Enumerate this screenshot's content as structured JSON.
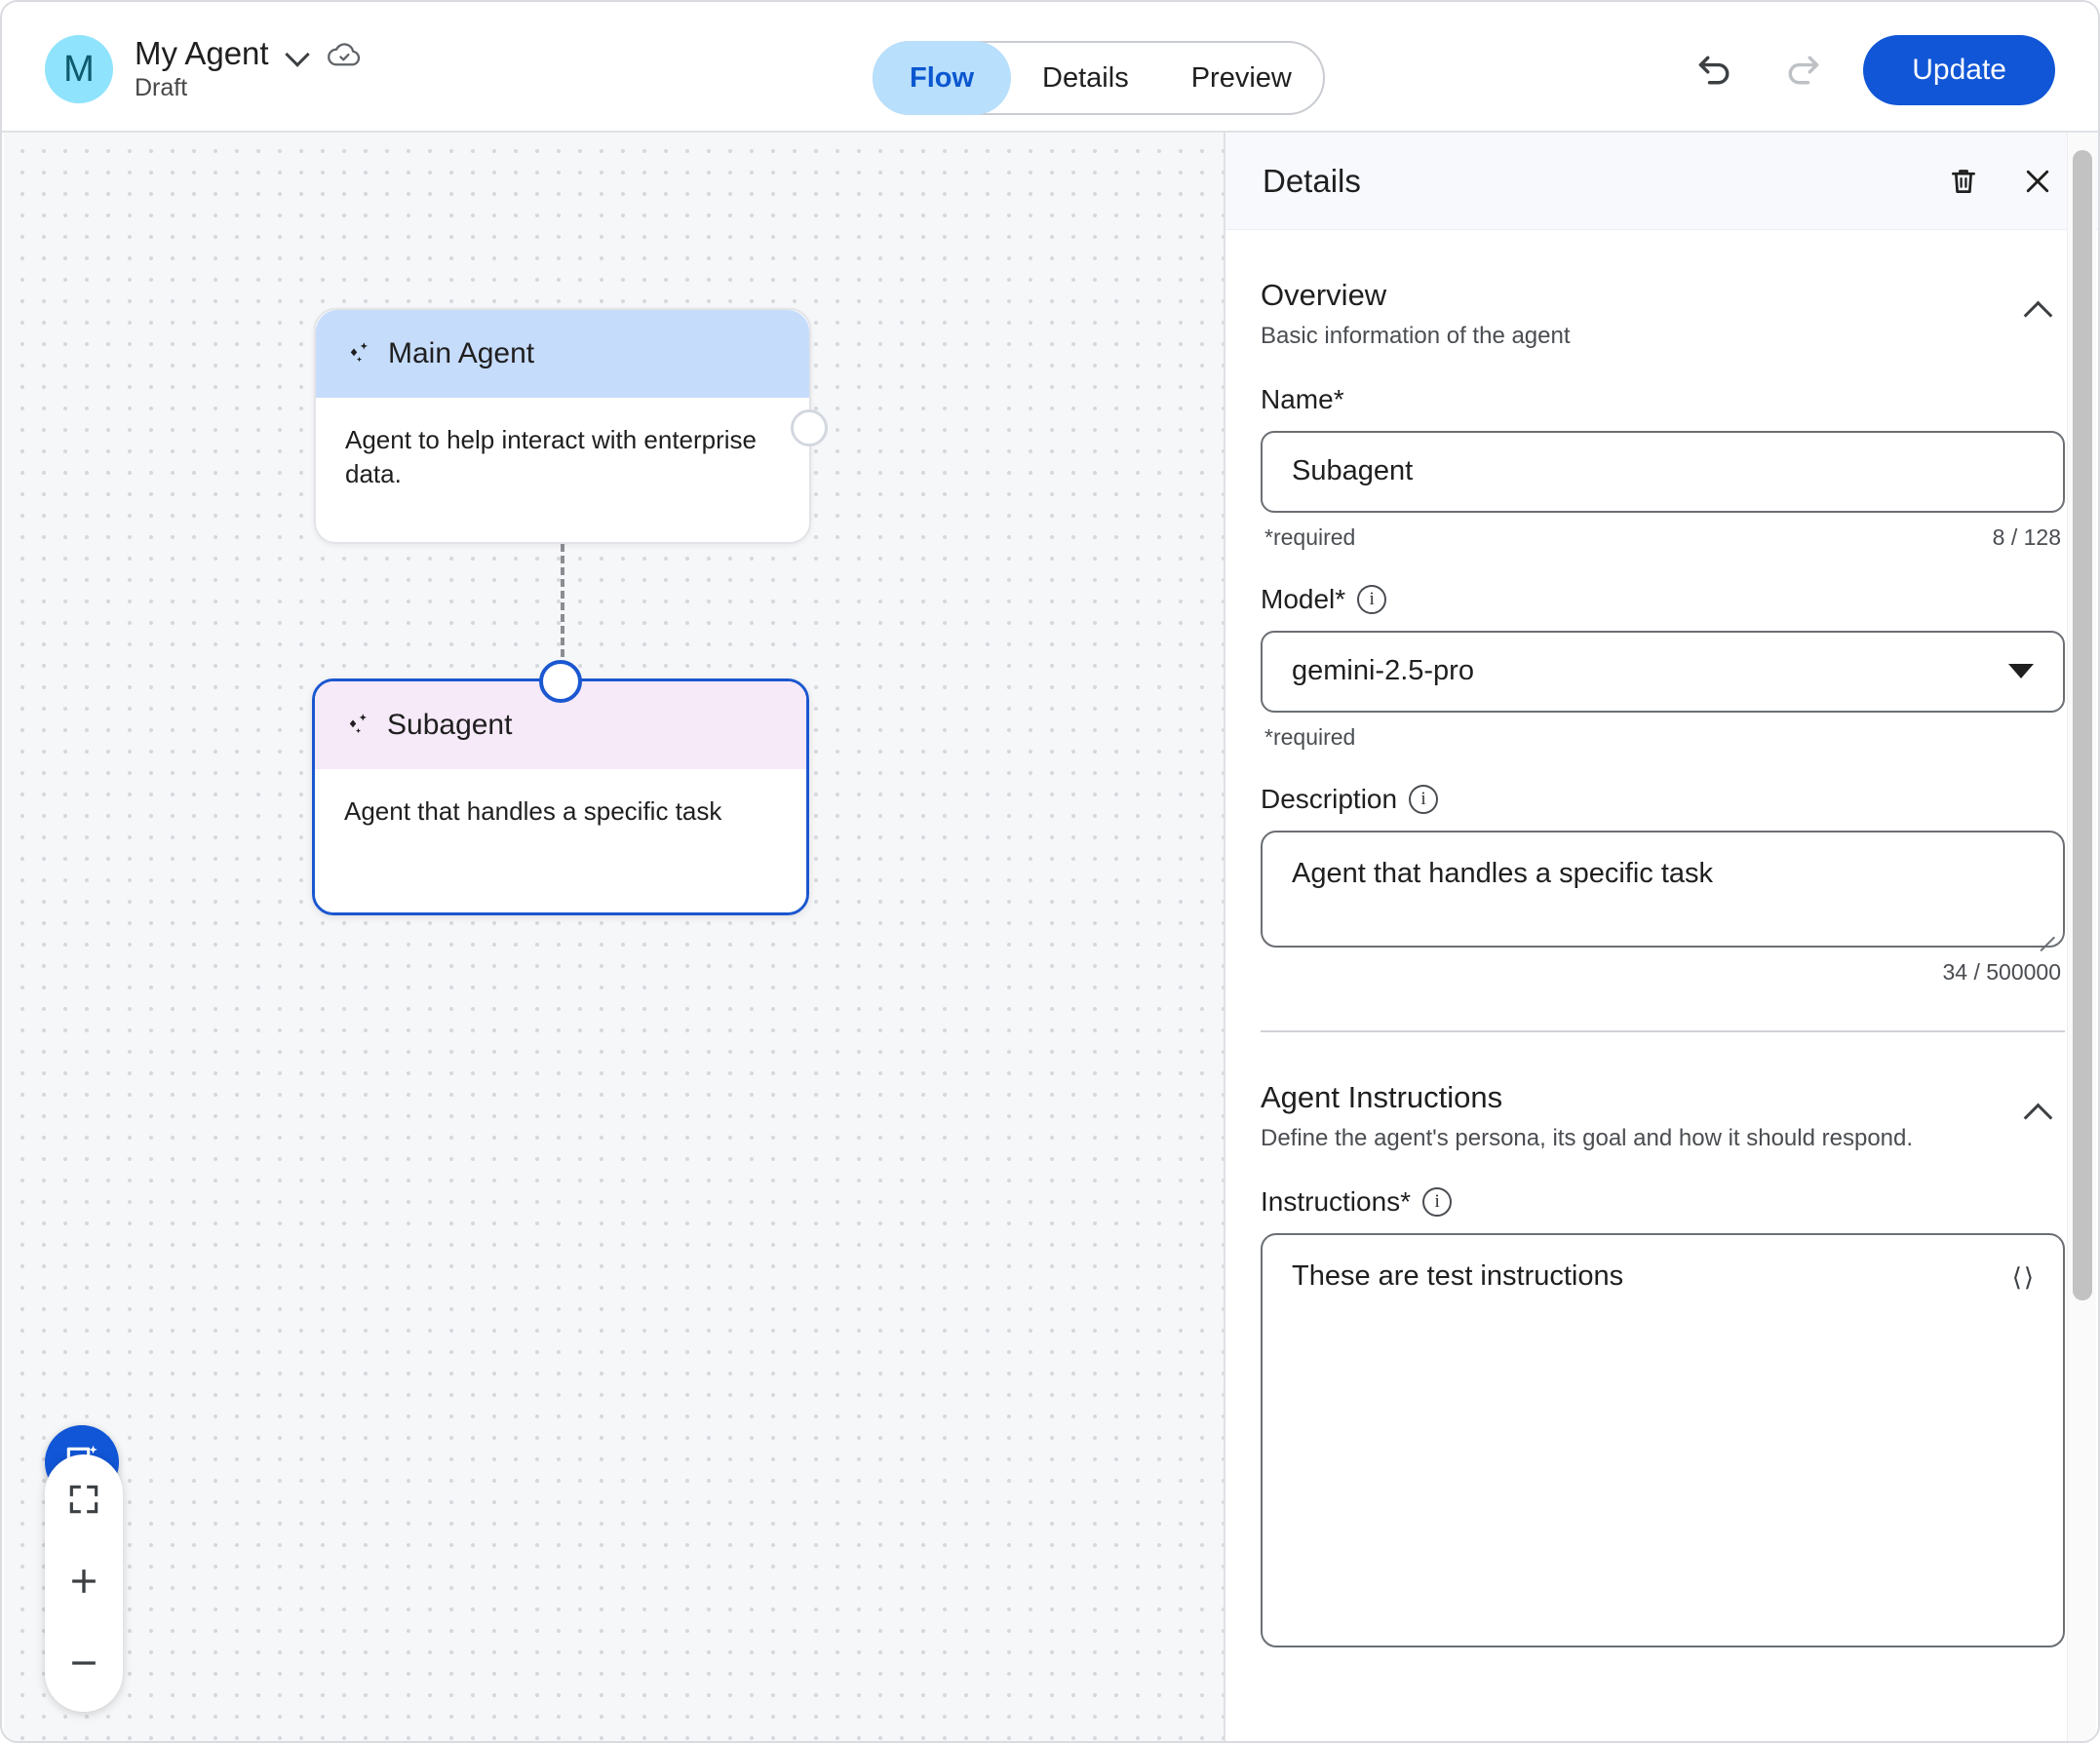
{
  "header": {
    "avatar_letter": "M",
    "agent_name": "My Agent",
    "agent_status": "Draft",
    "cloud_icon": "cloud-saved-icon",
    "chevron_icon": "chevron-down-icon",
    "tabs": [
      {
        "label": "Flow",
        "active": true
      },
      {
        "label": "Details",
        "active": false
      },
      {
        "label": "Preview",
        "active": false
      }
    ],
    "undo_icon": "undo-icon",
    "redo_icon": "redo-icon",
    "update_label": "Update",
    "accent_blue": "#1156d6",
    "tab_active_bg": "#b8dffc",
    "tab_active_text": "#0b57d0"
  },
  "canvas": {
    "nodes": [
      {
        "title": "Main Agent",
        "description": "Agent to help interact with enterprise data.",
        "icon": "sparkle-diamond-icon",
        "header_color": "#c6dcfb",
        "selected": false
      },
      {
        "title": "Subagent",
        "description": "Agent that handles a specific task",
        "icon": "sparkle-diamond-icon",
        "header_color": "#f6e9f8",
        "selected": true
      }
    ],
    "controls": {
      "chat_fab_icon": "chat-sparkle-icon",
      "fit_view_icon": "fit-screen-icon",
      "zoom_in_icon": "plus-icon",
      "zoom_out_icon": "minus-icon"
    }
  },
  "panel": {
    "title": "Details",
    "delete_icon": "trash-icon",
    "close_icon": "close-icon",
    "overview": {
      "title": "Overview",
      "description": "Basic information of the agent",
      "collapse_icon": "chevron-up-icon",
      "name": {
        "label": "Name*",
        "value": "Subagent",
        "required_hint": "*required",
        "counter": "8 / 128"
      },
      "model": {
        "label": "Model*",
        "info_icon": "info-icon",
        "value": "gemini-2.5-pro",
        "caret_icon": "caret-down-icon",
        "required_hint": "*required"
      },
      "description_field": {
        "label": "Description",
        "info_icon": "info-icon",
        "value": "Agent that handles a specific task",
        "counter": "34 / 500000"
      }
    },
    "instructions_section": {
      "title": "Agent Instructions",
      "description": "Define the agent's persona, its goal and how it should respond.",
      "collapse_icon": "chevron-up-icon",
      "instructions": {
        "label": "Instructions*",
        "info_icon": "info-icon",
        "value": "These are test instructions",
        "code_icon": "code-brackets-icon"
      }
    }
  }
}
